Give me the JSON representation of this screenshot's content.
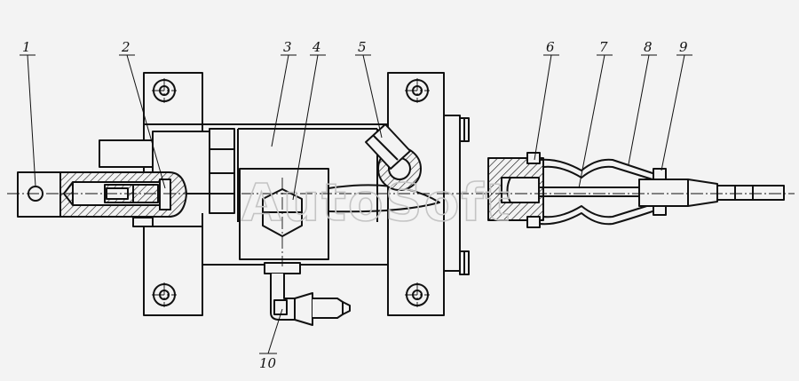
{
  "callouts": [
    {
      "id": 1,
      "text": "1"
    },
    {
      "id": 2,
      "text": "2"
    },
    {
      "id": 3,
      "text": "3"
    },
    {
      "id": 4,
      "text": "4"
    },
    {
      "id": 5,
      "text": "5"
    },
    {
      "id": 6,
      "text": "6"
    },
    {
      "id": 7,
      "text": "7"
    },
    {
      "id": 8,
      "text": "8"
    },
    {
      "id": 9,
      "text": "9"
    },
    {
      "id": 10,
      "text": "10"
    }
  ],
  "watermark": "AutoSoft"
}
